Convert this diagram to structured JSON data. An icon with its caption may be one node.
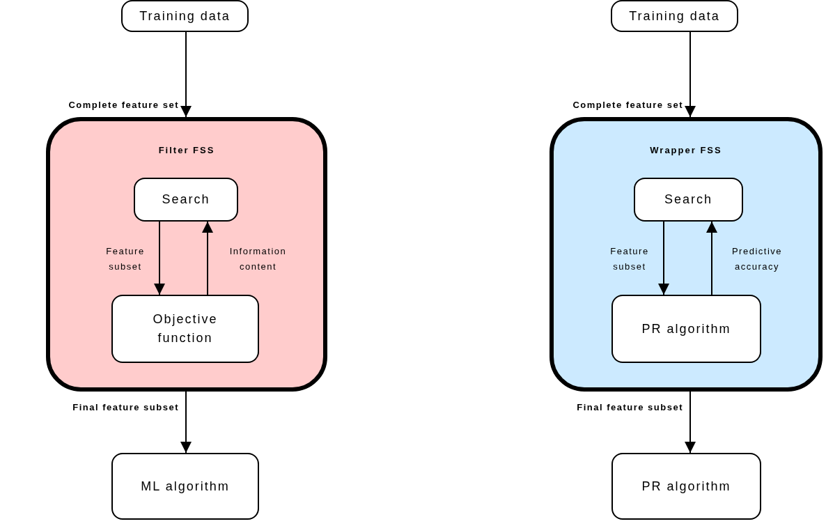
{
  "diagram": {
    "nodes": [
      {
        "text": [
          "Training data"
        ]
      },
      {
        "text": [
          "Filter FSS"
        ]
      },
      {
        "text": [
          "Search"
        ],
        "in": 1
      },
      {
        "text": [
          "Objective function"
        ],
        "in": 1
      },
      {
        "text": [
          "ML algorithm"
        ]
      },
      {
        "text": [
          "Training data"
        ]
      },
      {
        "text": [
          "Wrapper FSS"
        ]
      },
      {
        "text": [
          "Search"
        ],
        "in": 6
      },
      {
        "text": [
          "PR algorithm"
        ],
        "in": 6
      },
      {
        "text": [
          "PR algorithm"
        ]
      }
    ],
    "edges": [
      {
        "from": 0,
        "to": 1,
        "arrow": "to",
        "label": "Complete feature set"
      },
      {
        "from": 2,
        "to": 3,
        "arrow": "to",
        "label": "Feature subset"
      },
      {
        "from": 3,
        "to": 2,
        "arrow": "to",
        "label": "Information content"
      },
      {
        "from": 1,
        "to": 4,
        "arrow": "to",
        "label": "Final feature subset"
      },
      {
        "from": 5,
        "to": 6,
        "arrow": "to",
        "label": "Complete feature set"
      },
      {
        "from": 7,
        "to": 8,
        "arrow": "to",
        "label": "Feature subset"
      },
      {
        "from": 8,
        "to": 7,
        "arrow": "to",
        "label": "Predictive accuracy"
      },
      {
        "from": 6,
        "to": 9,
        "arrow": "to",
        "label": "Final feature subset"
      }
    ]
  }
}
